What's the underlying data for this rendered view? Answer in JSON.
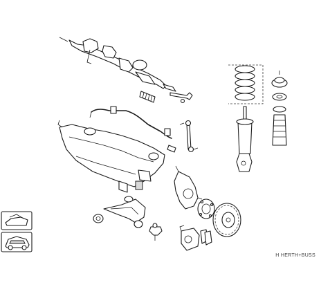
{
  "brand": {
    "text": "HERTH+BUSS",
    "prefix": "H",
    "color": "#3a3a3a"
  },
  "colors": {
    "line": "#1a1a1a",
    "fill": "#ffffff",
    "shade": "#d9d9d9"
  },
  "parts": [
    "steering-rack",
    "steering-boot",
    "tie-rod-end",
    "front-subframe",
    "anti-roll-bar",
    "stabilizer-link",
    "coil-spring",
    "top-strut-mount",
    "shock-absorber",
    "dust-cover-bump-stop",
    "steering-knuckle",
    "wheel-hub",
    "brake-disc",
    "brake-caliper",
    "brake-pads",
    "control-arm",
    "ball-joint",
    "control-arm-bushing",
    "vehicle-position-icon"
  ]
}
